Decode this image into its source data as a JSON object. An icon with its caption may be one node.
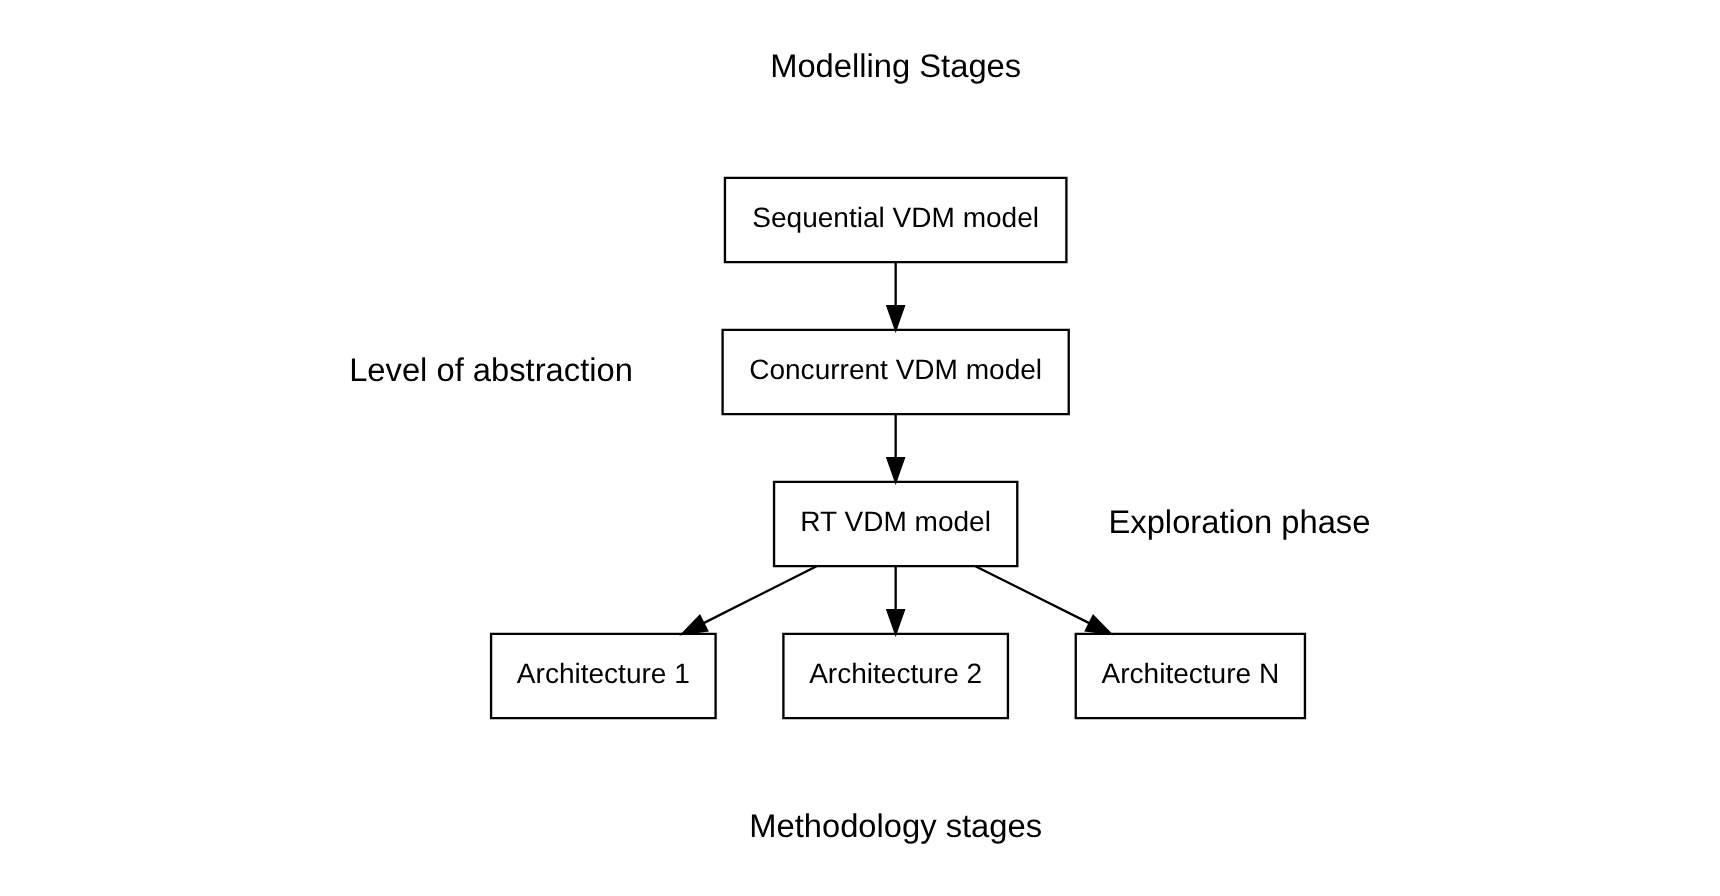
{
  "diagram": {
    "nodes": [
      {
        "text": [
          "Sequential VDM model"
        ]
      },
      {
        "text": [
          "Concurrent VDM model"
        ]
      },
      {
        "text": [
          "RT VDM model"
        ]
      },
      {
        "text": [
          "Architecture 1"
        ]
      },
      {
        "text": [
          "Architecture 2"
        ]
      },
      {
        "text": [
          "Architecture N"
        ]
      }
    ],
    "edges": [
      {
        "from": 0,
        "to": 1,
        "arrow": "to"
      },
      {
        "from": 1,
        "to": 2,
        "arrow": "to"
      },
      {
        "from": 2,
        "to": 3,
        "arrow": "to"
      },
      {
        "from": 2,
        "to": 4,
        "arrow": "to"
      },
      {
        "from": 2,
        "to": 5,
        "arrow": "to"
      }
    ],
    "labels": [
      "Modelling Stages",
      "Exploration phase",
      "Level of abstraction",
      "Methodology stages"
    ]
  }
}
